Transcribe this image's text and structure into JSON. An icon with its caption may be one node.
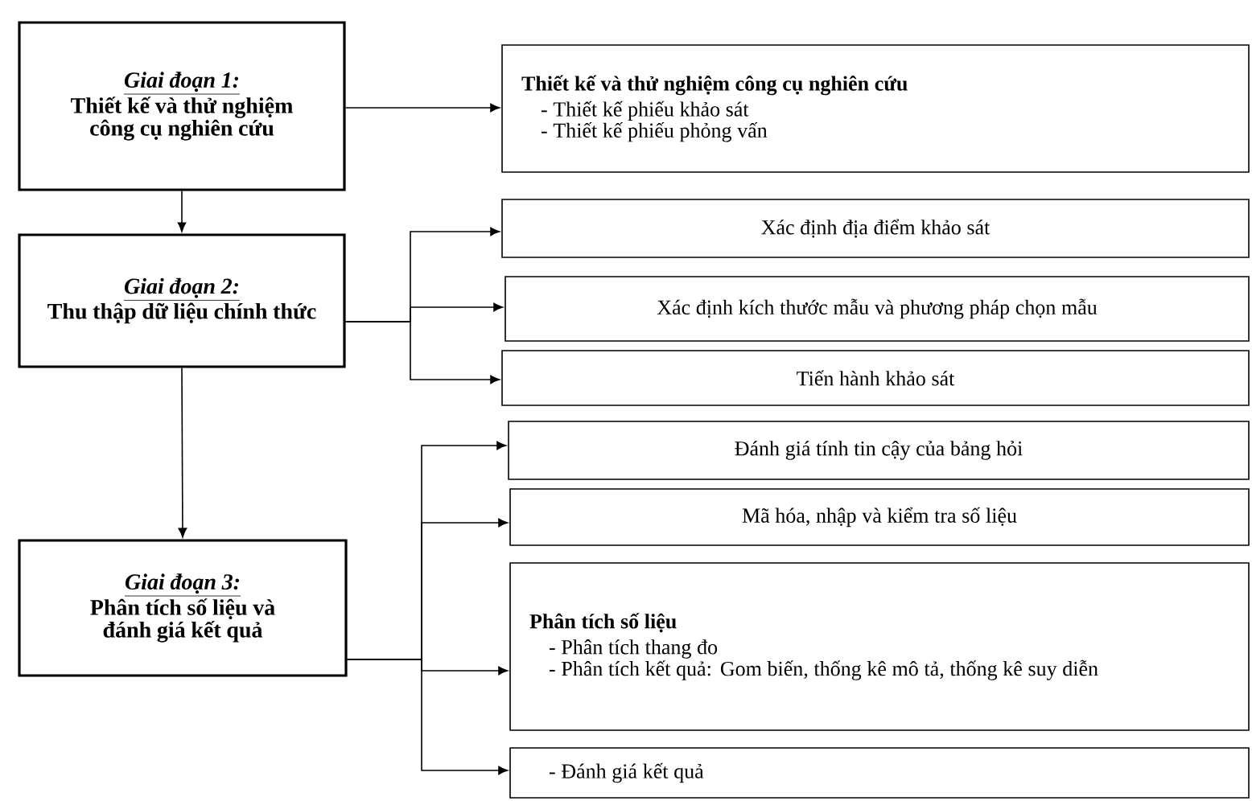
{
  "diagram": {
    "nodes": [
      {
        "text": [
          "Giai đoạn 1:",
          "Thiết kế và thử nghiệm công cụ nghiên cứu"
        ]
      },
      {
        "text": [
          "Thiết kế và thử nghiệm công cụ nghiên cứu",
          "- Thiết kế phiếu khảo sát",
          "- Thiết kế phiếu phỏng vấn"
        ]
      },
      {
        "text": [
          "Giai đoạn 2:",
          "Thu thập dữ liệu chính thức"
        ]
      },
      {
        "text": [
          "Xác định địa điểm khảo sát"
        ]
      },
      {
        "text": [
          "Xác định kích thước mẫu và phương pháp chọn mẫu"
        ]
      },
      {
        "text": [
          "Tiến hành khảo sát"
        ]
      },
      {
        "text": [
          "Giai đoạn 3:",
          "Phân tích số liệu và đánh giá kết quả"
        ]
      },
      {
        "text": [
          "Đánh giá tính tin cậy của bảng hỏi"
        ]
      },
      {
        "text": [
          "Mã hóa, nhập và kiểm tra số liệu"
        ]
      },
      {
        "text": [
          "Phân tích số liệu",
          "- Phân tích thang đo",
          "- Phân tích kết quả: Gom biến, thống kê mô tả, thống kê suy diễn"
        ]
      },
      {
        "text": [
          "- Đánh giá kết quả"
        ]
      }
    ],
    "edges": [
      {
        "from": 0,
        "to": 1,
        "arrow": "to"
      },
      {
        "from": 0,
        "to": 2,
        "arrow": "to"
      },
      {
        "from": 2,
        "to": 3,
        "arrow": "to"
      },
      {
        "from": 2,
        "to": 4,
        "arrow": "to"
      },
      {
        "from": 2,
        "to": 5,
        "arrow": "to"
      },
      {
        "from": 2,
        "to": 6,
        "arrow": "to"
      },
      {
        "from": 6,
        "to": 7,
        "arrow": "to"
      },
      {
        "from": 6,
        "to": 8,
        "arrow": "to"
      },
      {
        "from": 6,
        "to": 9,
        "arrow": "to"
      },
      {
        "from": 6,
        "to": 10,
        "arrow": "to"
      }
    ]
  }
}
